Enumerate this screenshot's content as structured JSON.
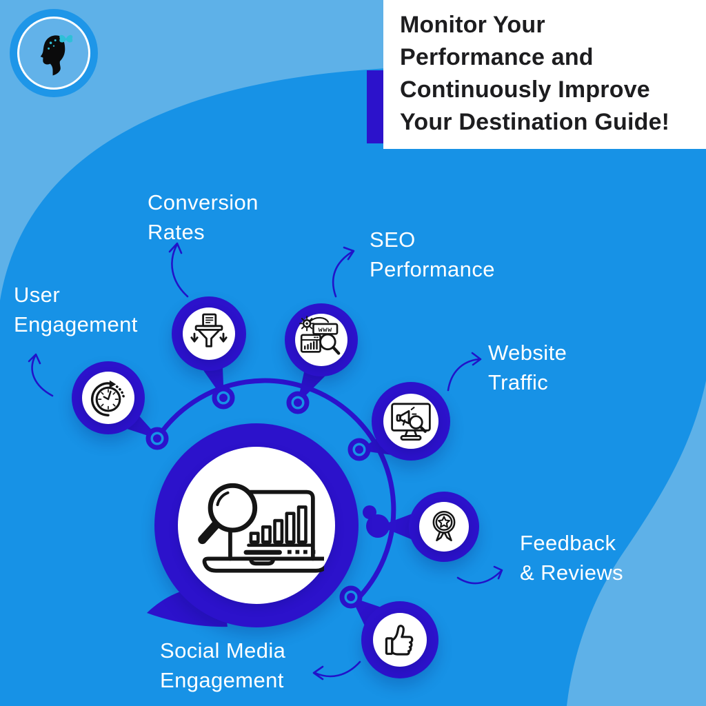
{
  "header": {
    "title_lines": [
      "Monitor Your",
      "Performance and",
      "Continuously Improve",
      "Your Destination Guide!"
    ]
  },
  "colors": {
    "light_blue": "#5EB1E8",
    "primary_blue": "#1792E6",
    "indigo": "#2C12CB",
    "white": "#FFFFFF",
    "title_text": "#1D1D1F",
    "icon_stroke": "#151515",
    "butterfly_teal": "#2FC0D8",
    "logo_ring_blue": "#1E96E8"
  },
  "diagram": {
    "center": {
      "icon": "laptop-analytics-magnifier-icon"
    },
    "items": [
      {
        "id": "user-engagement",
        "label_lines": [
          "User",
          "Engagement"
        ],
        "icon": "clock-refresh-icon"
      },
      {
        "id": "conversion-rates",
        "label_lines": [
          "Conversion",
          "Rates"
        ],
        "icon": "funnel-document-icon"
      },
      {
        "id": "seo-performance",
        "label_lines": [
          "SEO",
          "Performance"
        ],
        "icon": "seo-search-icon",
        "www_text": "www"
      },
      {
        "id": "website-traffic",
        "label_lines": [
          "Website",
          "Traffic"
        ],
        "icon": "monitor-megaphone-icon"
      },
      {
        "id": "feedback-reviews",
        "label_lines": [
          "Feedback",
          "& Reviews"
        ],
        "icon": "award-medal-icon"
      },
      {
        "id": "social-media-engagement",
        "label_lines": [
          "Social Media",
          "Engagement"
        ],
        "icon": "thumbs-up-icon"
      }
    ]
  }
}
